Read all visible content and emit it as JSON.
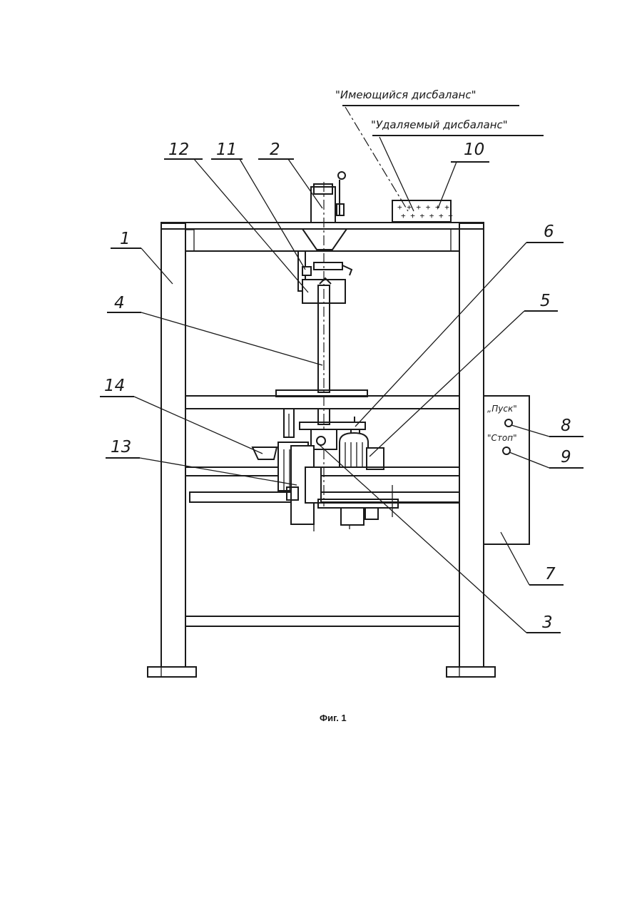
{
  "annotations": {
    "existing_imbalance": "\"Имеющийся дисбаланс\"",
    "removed_imbalance": "\"Удаляемый дисбаланс\"",
    "start_button": "„Пуск\"",
    "stop_button": "\"Стоп\"",
    "panel_marks": "+ + + + + +"
  },
  "labels": {
    "l1": "1",
    "l2": "2",
    "l3": "3",
    "l4": "4",
    "l5": "5",
    "l6": "6",
    "l7": "7",
    "l8": "8",
    "l9": "9",
    "l10": "10",
    "l11": "11",
    "l12": "12",
    "l13": "13",
    "l14": "14"
  },
  "caption": "Фиг. 1"
}
